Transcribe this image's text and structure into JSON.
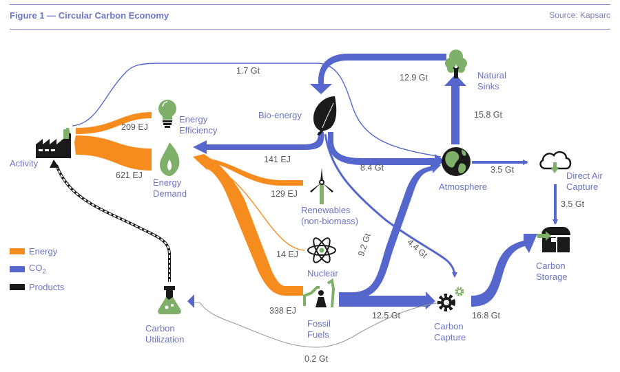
{
  "header": {
    "title": "Figure 1 — Circular Carbon Economy",
    "source": "Source: Kapsarc"
  },
  "colors": {
    "energy": "#f78c1e",
    "co2": "#5567cc",
    "products": "#1a1a1a",
    "icon_green": "#7fb069",
    "label": "#6c74c4",
    "value_text": "#555555"
  },
  "nodes": {
    "activity": "Activity",
    "energy_efficiency": [
      "Energy",
      "Efficiency"
    ],
    "energy_demand": [
      "Energy",
      "Demand"
    ],
    "bio_energy": "Bio-energy",
    "renewables": [
      "Renewables",
      "(non-biomass)"
    ],
    "nuclear": "Nuclear",
    "fossil_fuels": [
      "Fossil",
      "Fuels"
    ],
    "natural_sinks": [
      "Natural",
      "Sinks"
    ],
    "atmosphere": "Atmosphere",
    "direct_air_capture": [
      "Direct Air",
      "Capture"
    ],
    "carbon_capture": [
      "Carbon",
      "Capture"
    ],
    "carbon_storage": [
      "Carbon",
      "Storage"
    ],
    "carbon_utilization": [
      "Carbon",
      "Utilization"
    ]
  },
  "flows": {
    "efficiency_to_activity": "209 EJ",
    "demand_to_activity": "621 EJ",
    "bio_to_demand": "141 EJ",
    "renewables_to_demand": "129 EJ",
    "nuclear_to_demand": "14 EJ",
    "fossil_to_demand": "338 EJ",
    "activity_to_atmosphere": "1.7 Gt",
    "sinks_to_bio": "12.9 Gt",
    "atmosphere_to_sinks": "15.8 Gt",
    "bio_to_atmosphere": "8.4 Gt",
    "atmosphere_to_dac": "3.5 Gt",
    "dac_to_storage": "3.5 Gt",
    "fossil_to_atmosphere": "9.2 Gt",
    "bio_to_capture": "4.4 Gt",
    "fossil_to_capture": "12.5 Gt",
    "capture_to_storage": "16.8 Gt",
    "capture_to_utilization": "0.2 Gt"
  },
  "legend": [
    {
      "label": "Energy",
      "color": "#f78c1e"
    },
    {
      "label": "CO",
      "sub": "2",
      "color": "#5567cc"
    },
    {
      "label": "Products",
      "color": "#1a1a1a"
    }
  ]
}
